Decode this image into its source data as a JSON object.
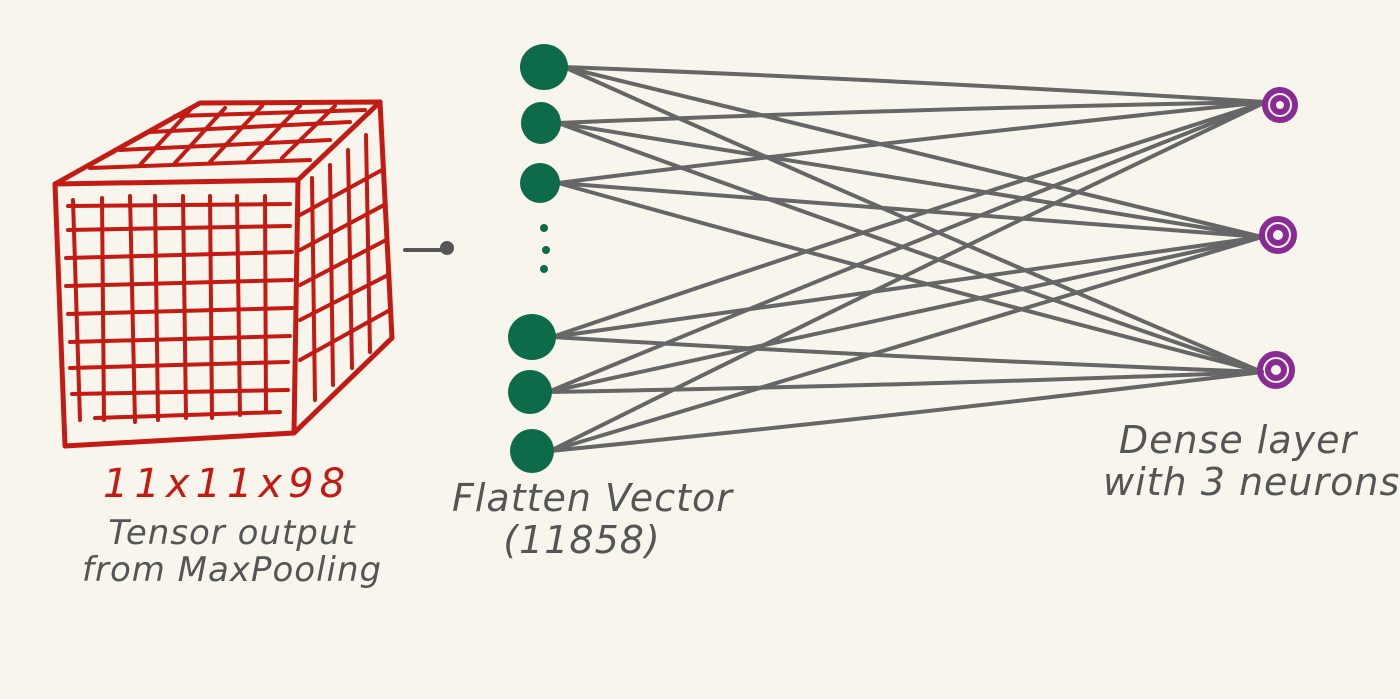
{
  "tensor": {
    "dims": "11x11x98",
    "caption_line1": "Tensor output",
    "caption_line2": "from MaxPooling"
  },
  "flatten": {
    "label_line1": "Flatten Vector",
    "label_line2": "(11858)"
  },
  "dense": {
    "label_line1": "Dense layer",
    "label_line2": "with 3 neurons"
  },
  "colors": {
    "background": "#f8f6ec",
    "cube": "#c41a14",
    "flatten_neuron": "#0d6b4a",
    "dense_neuron": "#8a2a94",
    "connection": "#666666",
    "text": "#555555"
  }
}
